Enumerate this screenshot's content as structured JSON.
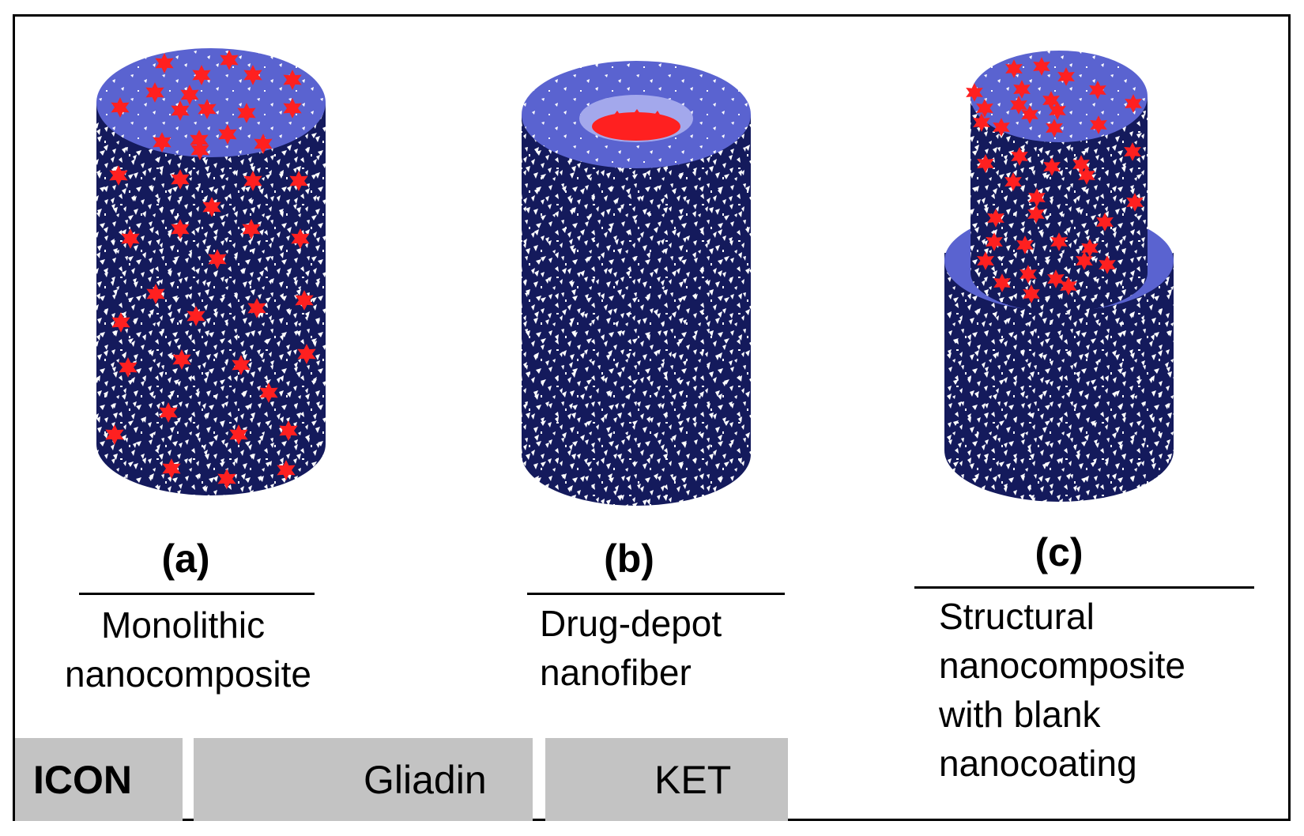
{
  "panels": [
    {
      "letter": "(a)",
      "line1": "Monolithic",
      "line2": "nanocomposite"
    },
    {
      "letter": "(b)",
      "line1": "Drug-depot",
      "line2": "nanofiber"
    },
    {
      "letter": "(c)",
      "line1": "Structural",
      "line2": "nanocomposite",
      "line3": "with blank",
      "line4": "nanocoating"
    }
  ],
  "legend": {
    "title": "ICON",
    "items": [
      {
        "label": "Gliadin",
        "icon": "gliadin-swatch-icon"
      },
      {
        "label": "KET",
        "icon": "ket-star-icon"
      }
    ]
  },
  "colors": {
    "fiber_body": "#141a5c",
    "fiber_top": "#5a63d0",
    "fiber_inner": "#a3a8ec",
    "drug": "#ff2020",
    "legend_bg": "#c3c3c3"
  }
}
